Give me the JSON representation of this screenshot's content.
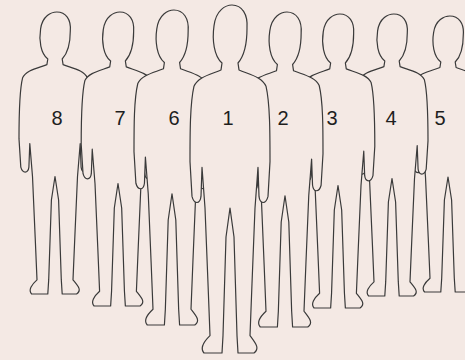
{
  "diagram": {
    "labels": [
      "8",
      "7",
      "6",
      "1",
      "2",
      "3",
      "4",
      "5"
    ]
  }
}
